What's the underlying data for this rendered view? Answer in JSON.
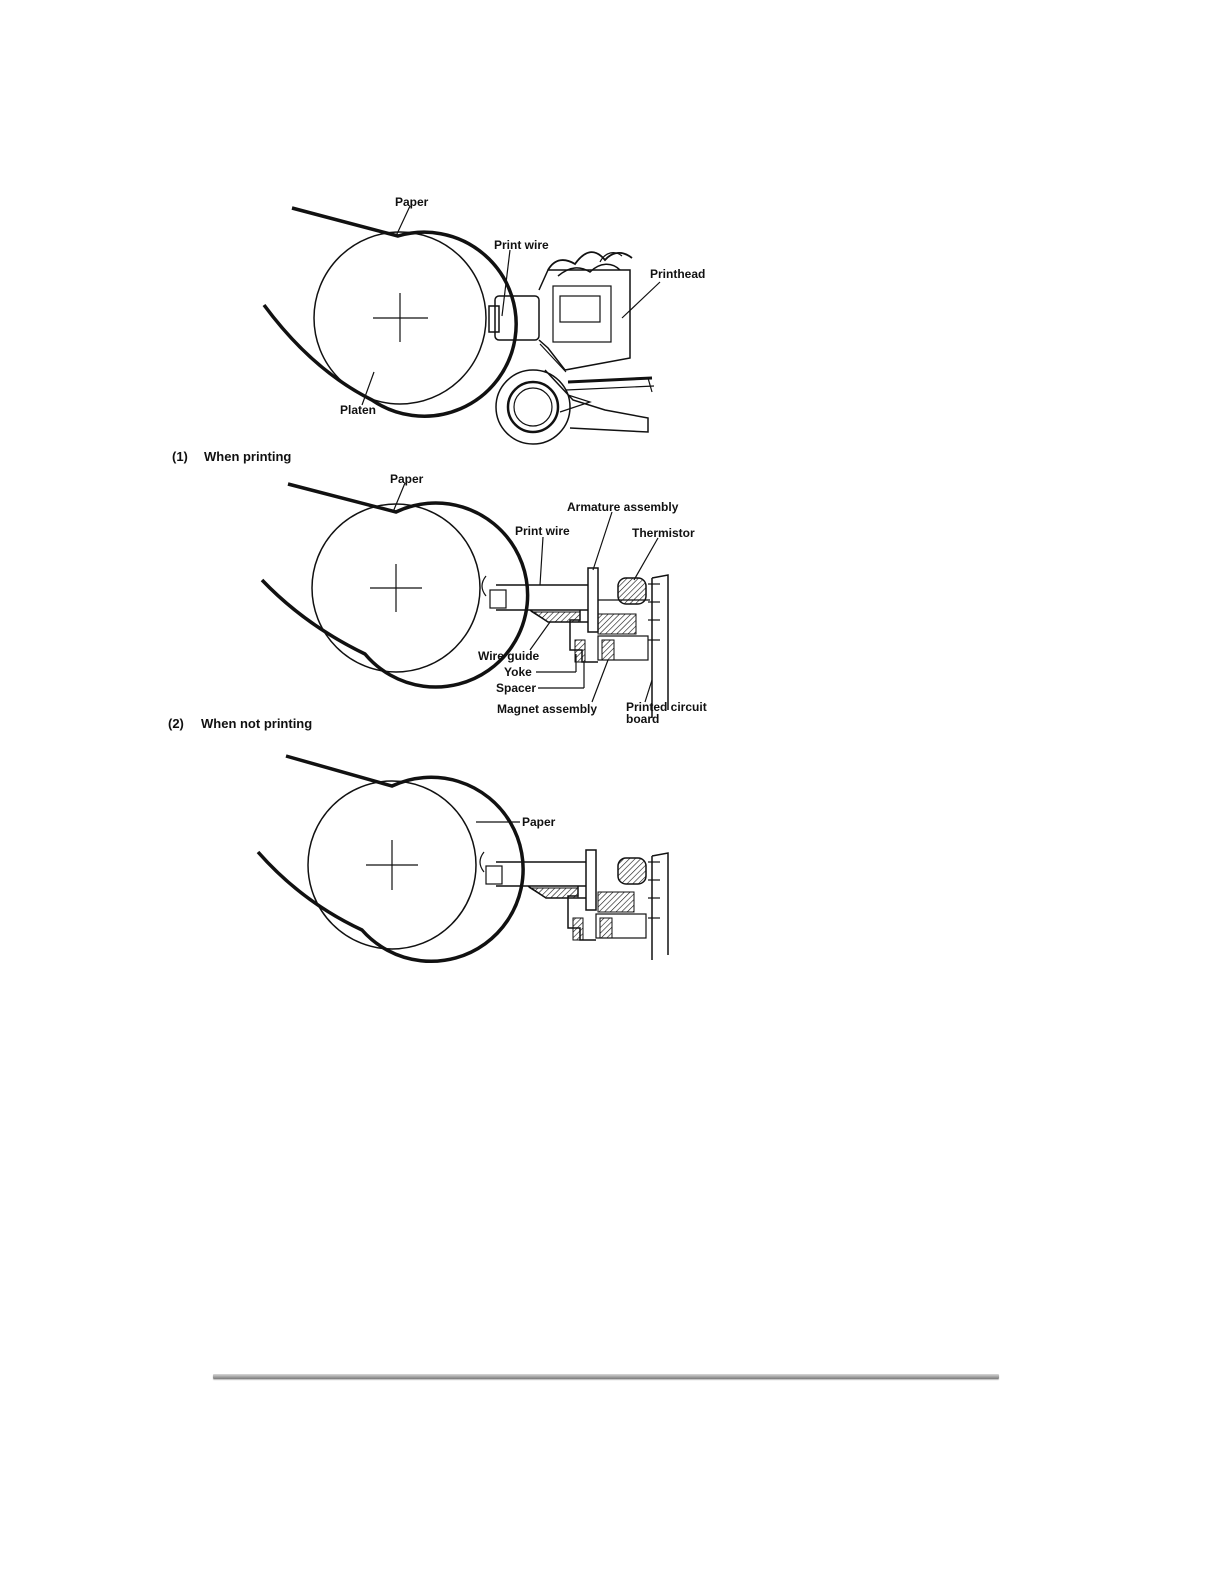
{
  "figure1": {
    "paper": "Paper",
    "print_wire": "Print wire",
    "printhead": "Printhead",
    "platen": "Platen"
  },
  "caption1": {
    "number": "(1)",
    "text": "When printing"
  },
  "figure2": {
    "paper": "Paper",
    "armature_assembly": "Armature assembly",
    "print_wire": "Print wire",
    "thermistor": "Thermistor",
    "wire_guide": "Wire guide",
    "yoke": "Yoke",
    "spacer": "Spacer",
    "magnet_assembly": "Magnet assembly",
    "printed_circuit_board": [
      "Printed circuit",
      "board"
    ]
  },
  "caption2": {
    "number": "(2)",
    "text": "When not printing"
  },
  "figure3": {
    "paper": "Paper"
  }
}
